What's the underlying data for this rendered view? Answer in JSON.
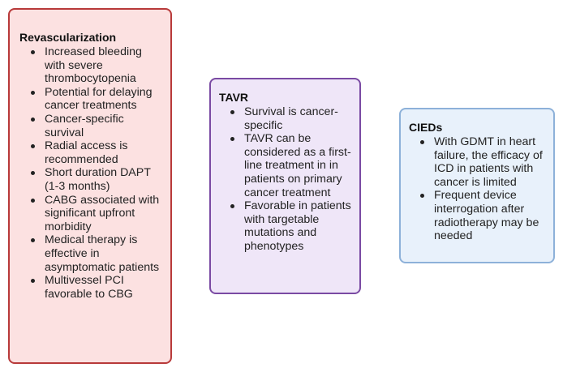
{
  "revascularization": {
    "title": "Revascularization",
    "items": [
      "Increased bleeding with severe thrombocytopenia",
      "Potential for delaying cancer treatments",
      "Cancer-specific survival",
      "Radial access is recommended",
      "Short duration DAPT (1-3 months)",
      "CABG associated with significant upfront morbidity",
      "Medical therapy is effective in asymptomatic patients",
      "Multivessel PCI favorable to CBG"
    ]
  },
  "tavr": {
    "title": "TAVR",
    "items": [
      "Survival is cancer-specific",
      "TAVR can be considered as a first-line treatment in in patients on primary cancer treatment",
      "Favorable in patients with targetable mutations and phenotypes"
    ]
  },
  "cieds": {
    "title": "CIEDs",
    "items": [
      "With GDMT in heart failure, the efficacy of ICD in patients with cancer is limited",
      "Frequent device interrogation after radiotherapy may be needed"
    ]
  },
  "colors": {
    "revascularization_fill": "#fce1e1",
    "revascularization_border": "#b83a3a",
    "tavr_fill": "#efe6f8",
    "tavr_border": "#7a4aa3",
    "cieds_fill": "#e8f1fb",
    "cieds_border": "#8db1d9"
  }
}
